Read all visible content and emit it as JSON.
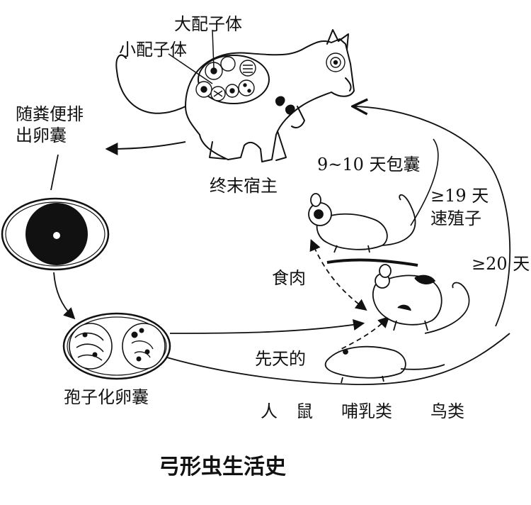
{
  "diagram": {
    "title": "弓形虫生活史",
    "labels": {
      "macrogamete": "大配子体",
      "microgamete": "小配子体",
      "feces_line1": "随粪便排",
      "feces_line2": "出卵囊",
      "final_host": "终末宿主",
      "cyst_days": "9~10 天包囊",
      "tachy_days": "≥19 天",
      "tachy_name": "速殖子",
      "days20": "≥20 天",
      "meat": "食肉",
      "congenital": "先天的",
      "sporulated": "孢子化卵囊",
      "host_human": "人",
      "host_rat": "鼠",
      "host_mammal": "哺乳类",
      "host_bird": "鸟类"
    }
  }
}
